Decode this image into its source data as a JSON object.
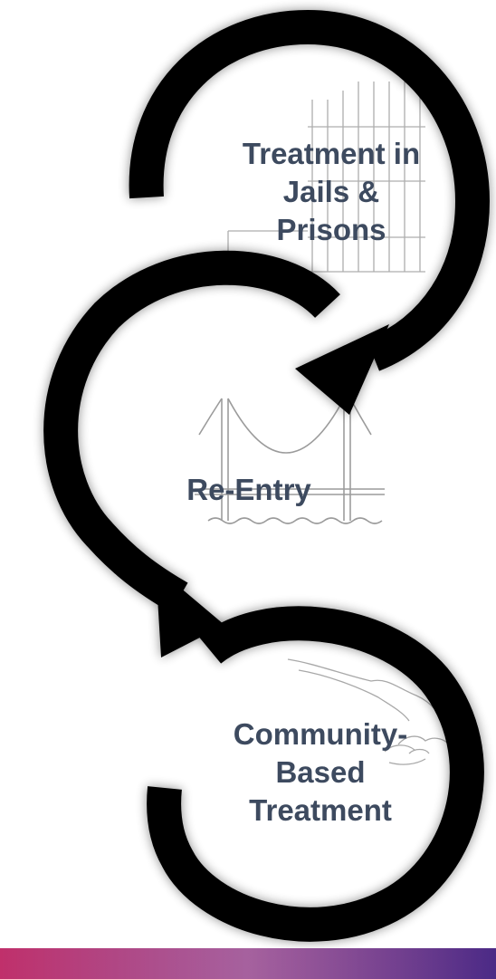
{
  "stages": {
    "jails": {
      "line1": "Treatment in",
      "line2": "Jails &",
      "line3": "Prisons",
      "icon": "prison-bars-icon"
    },
    "reentry": {
      "line1": "Re-Entry",
      "icon": "bridge-icon"
    },
    "community": {
      "line1": "Community-",
      "line2": "Based",
      "line3": "Treatment",
      "icon": "handshake-icon"
    }
  },
  "colors": {
    "arrow": "#000000",
    "label": "#3d4a5f",
    "bar_left": "#c0306b",
    "bar_right": "#4b2a86",
    "sketch": "#8a8a8a"
  }
}
